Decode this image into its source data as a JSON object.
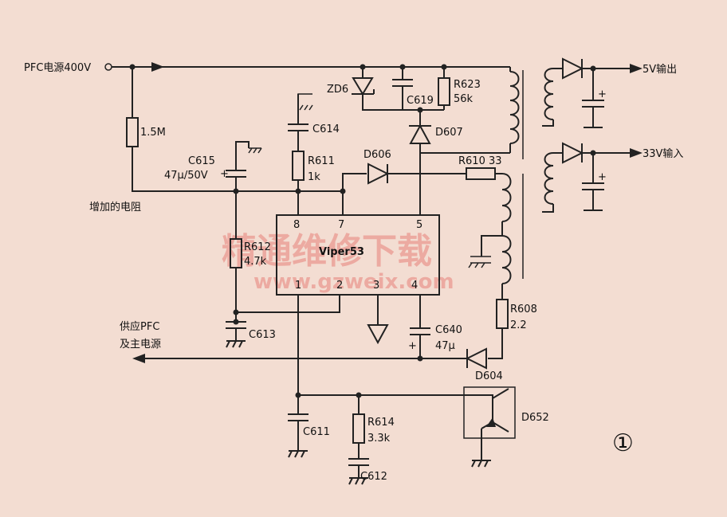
{
  "labels": {
    "pfc_supply": "PFC电源400V",
    "r_1_5m": "1.5M",
    "c615_name": "C615",
    "c615_value": "47μ/50V",
    "added_resistor": "增加的电阻",
    "zd6": "ZD6",
    "c619": "C619",
    "r623_name": "R623",
    "r623_value": "56k",
    "c614": "C614",
    "d607": "D607",
    "r611_name": "R611",
    "r611_value": "1k",
    "d606": "D606",
    "r610": "R610 33",
    "pin8": "8",
    "pin7": "7",
    "pin5": "5",
    "pin1": "1",
    "pin2": "2",
    "pin3": "3",
    "pin4": "4",
    "ic_name": "Viper53",
    "r612_name": "R612",
    "r612_value": "4.7k",
    "r608_name": "R608",
    "r608_value": "2.2",
    "c613": "C613",
    "c640_name": "C640",
    "c640_value": "47μ",
    "d604": "D604",
    "supply_pfc_line1": "供应PFC",
    "supply_pfc_line2": "及主电源",
    "c611": "C611",
    "r614_name": "R614",
    "r614_value": "3.3k",
    "c612": "C612",
    "d652": "D652",
    "out_5v": "5V输出",
    "in_33v": "33V输入",
    "figure_number": "①",
    "plus_c615": "+",
    "plus_c640": "+",
    "plus_5v": "+",
    "plus_33v": "+"
  },
  "watermark": {
    "line1": "精通维修下载",
    "line2": "www.gzweix.com"
  }
}
